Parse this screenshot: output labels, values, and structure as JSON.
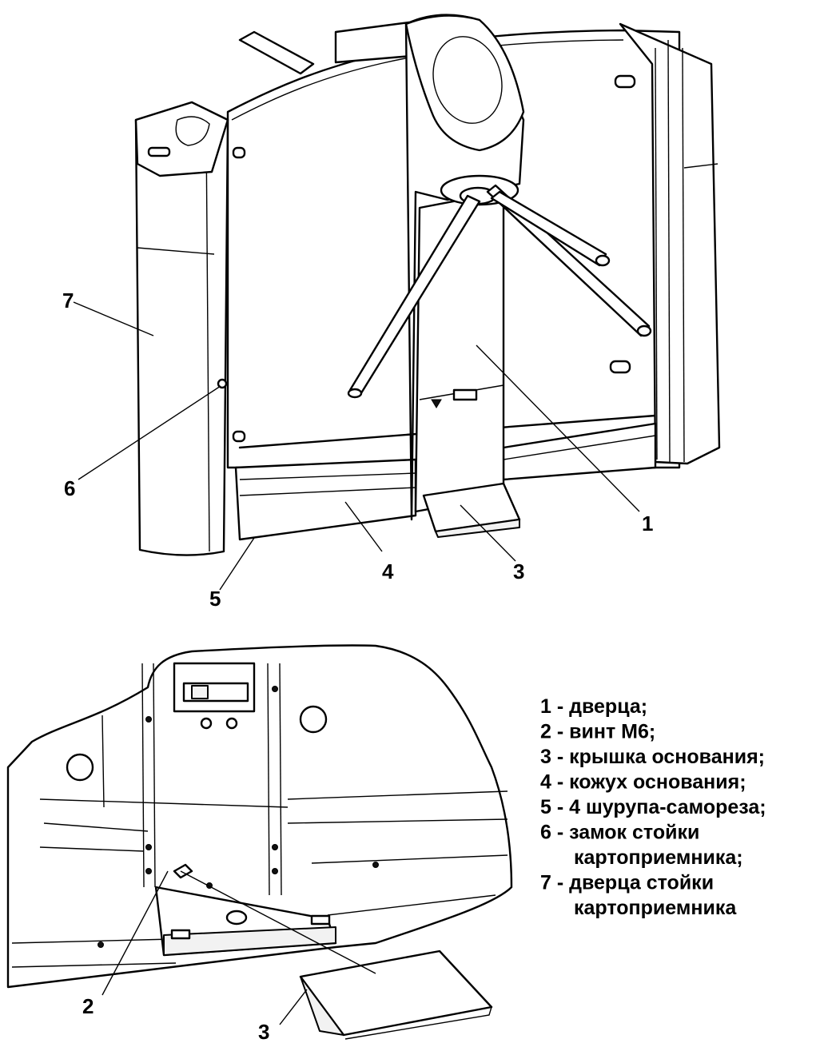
{
  "callouts": {
    "top": {
      "c1": "1",
      "c3": "3",
      "c4": "4",
      "c5": "5",
      "c6": "6",
      "c7": "7"
    },
    "bottom": {
      "c2": "2",
      "c3": "3"
    }
  },
  "legend": [
    {
      "num": "1",
      "sep": " - ",
      "text": "дверца;"
    },
    {
      "num": "2",
      "sep": " - ",
      "text": "винт М6;"
    },
    {
      "num": "3",
      "sep": " - ",
      "text": "крышка основания;"
    },
    {
      "num": "4",
      "sep": " - ",
      "text": "кожух основания;"
    },
    {
      "num": "5",
      "sep": " - ",
      "text": "4 шурупа-самореза;"
    },
    {
      "num": "6",
      "sep": " - ",
      "text": "замок стойки"
    },
    {
      "num": "",
      "sep": "",
      "text": "картоприемника;"
    },
    {
      "num": "7",
      "sep": " - ",
      "text": "дверца стойки"
    },
    {
      "num": "",
      "sep": "",
      "text": "картоприемника"
    }
  ]
}
